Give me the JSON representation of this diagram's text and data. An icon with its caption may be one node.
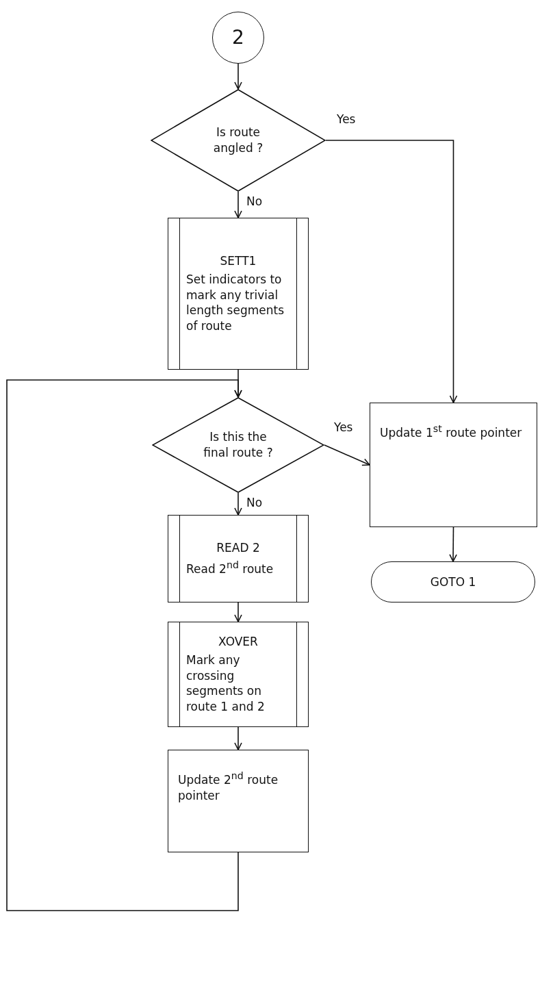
{
  "diagram": {
    "nodes": [
      {
        "text": [
          "2"
        ]
      },
      {
        "text": [
          "Is route angled ?"
        ]
      },
      {
        "text": [
          "SETT1",
          "Set indicators to mark any trivial length segments of route"
        ]
      },
      {
        "text": [
          "Is this the final route ?"
        ]
      },
      {
        "text": [
          "Update 1$^{st}$ route pointer"
        ]
      },
      {
        "text": [
          "GOTO 1"
        ]
      },
      {
        "text": [
          "READ 2",
          "Read 2$^{nd}$ route"
        ]
      },
      {
        "text": [
          "XOVER",
          "Mark any crossing segments on route 1 and 2"
        ]
      },
      {
        "text": [
          "Update 2$^{nd}$ route pointer"
        ]
      }
    ],
    "edges": [
      {
        "from": 0,
        "to": 1,
        "arrow": "to"
      },
      {
        "from": 1,
        "to": 4,
        "arrow": "to",
        "label": "Yes"
      },
      {
        "from": 1,
        "to": 2,
        "arrow": "to",
        "label": "No"
      },
      {
        "from": 2,
        "to": 3,
        "arrow": "to"
      },
      {
        "from": 3,
        "to": 4,
        "arrow": "to",
        "label": "Yes"
      },
      {
        "from": 3,
        "to": 6,
        "arrow": "to",
        "label": "No"
      },
      {
        "from": 4,
        "to": 5,
        "arrow": "to"
      },
      {
        "from": 6,
        "to": 7,
        "arrow": "to"
      },
      {
        "from": 7,
        "to": 8,
        "arrow": "to"
      },
      {
        "from": 8,
        "to": 3,
        "arrow": "to"
      }
    ]
  }
}
